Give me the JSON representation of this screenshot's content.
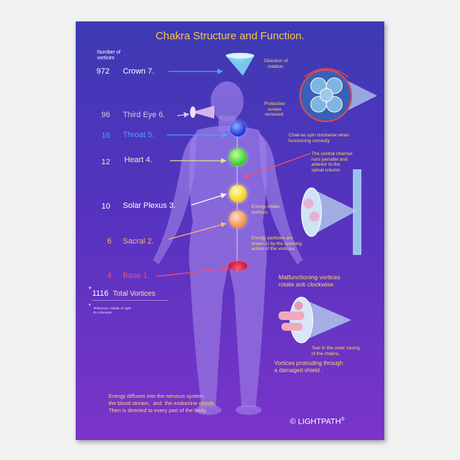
{
  "title": "Chakra Structure and Function.",
  "vortices_header": "Number of\nvortices",
  "chakras": [
    {
      "number": "972",
      "name": "Crown 7.",
      "color": "#ffffff"
    },
    {
      "number": "96",
      "name": "Third Eye 6.",
      "color": "#d9c8ef"
    },
    {
      "number": "16",
      "name": "Throat 5.",
      "color": "#4da3ff"
    },
    {
      "number": "12",
      "name": "Heart 4.",
      "color": "#f6e7b0"
    },
    {
      "number": "10",
      "name": "Solar Plexus 3.",
      "color": "#ffffff"
    },
    {
      "number": "6",
      "name": "Sacral 2.",
      "color": "#ffb27a"
    },
    {
      "number": "4",
      "name": "Base 1.",
      "color": "#ff4a6a"
    }
  ],
  "total": {
    "star": "*",
    "value": "1116",
    "label": "Total Vortices"
  },
  "reference": {
    "star": "*",
    "line1": "Reference: Hands of Light",
    "line2": "B.A.Brennan."
  },
  "annotations": {
    "direction": "Direction of\nrotation.",
    "protective": "Protective\nscreen\nremoved.",
    "spin": "Chakras spin clockwise when\nfunctioning correctly",
    "central": "The central channel\nruns parrallel and\nanterior to the\nspinal column.",
    "intake": "Energy intake\nvortices.",
    "particles": "Energy particles are\ndrawn in by the spinning\naction of the vortices.",
    "malfunction": "Malfunctioning vortices\nrotate anti clockwise.",
    "tear": "Tear in the outer casing\nof the chakra.",
    "protruding": "Vortices protruding through\na damaged shield ."
  },
  "footer_text": "Energy diffuses into the nervous system,\nthe blood stream,  and  the endocrine glands.\nThen is directed to every part of the body.",
  "brand": {
    "copyright": "©",
    "name": "LIGHTPATH",
    "registered": "®"
  }
}
